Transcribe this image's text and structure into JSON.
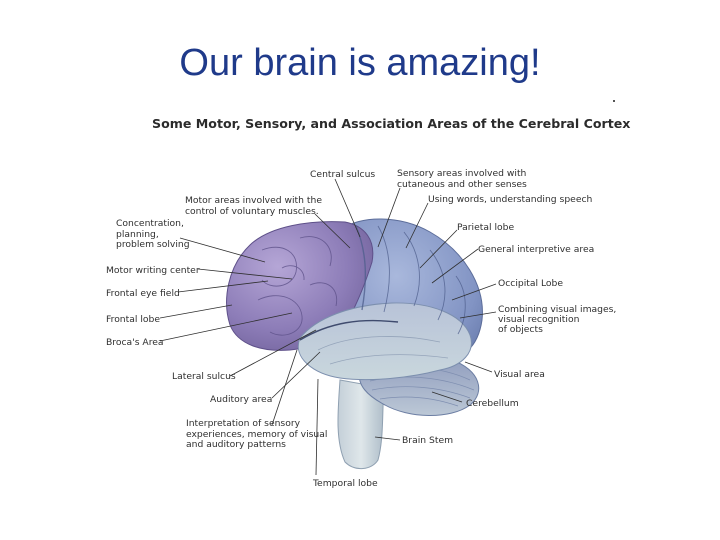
{
  "slide": {
    "title": "Our brain is amazing!"
  },
  "figure": {
    "title": "Some Motor, Sensory, and Association Areas of the Cerebral Cortex",
    "labels": {
      "central_sulcus": "Central sulcus",
      "sensory_areas": [
        "Sensory areas involved with",
        "cutaneous and other senses"
      ],
      "motor_areas": [
        "Motor areas involved with the",
        "control of voluntary muscles."
      ],
      "using_words": "Using words, understanding speech",
      "concentration": [
        "Concentration,",
        "planning,",
        "problem solving"
      ],
      "parietal_lobe": "Parietal lobe",
      "general_interpretive": "General interpretive area",
      "motor_writing": "Motor writing center",
      "occipital_lobe": "Occipital Lobe",
      "frontal_eye_field": "Frontal eye field",
      "combining_visual": [
        "Combining visual images,",
        "visual recognition",
        "of objects"
      ],
      "frontal_lobe": "Frontal lobe",
      "brocas_area": "Broca's Area",
      "lateral_sulcus": "Lateral sulcus",
      "visual_area": "Visual area",
      "auditory_area": "Auditory area",
      "cerebellum": "Cerebellum",
      "interpretation": [
        "Interpretation of sensory",
        "experiences, memory of visual",
        "and auditory patterns"
      ],
      "brain_stem": "Brain Stem",
      "temporal_lobe": "Temporal lobe"
    }
  }
}
